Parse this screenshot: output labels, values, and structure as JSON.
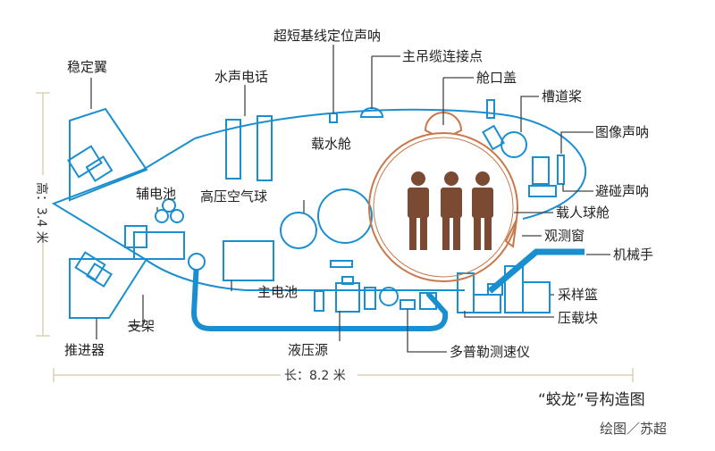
{
  "diagram": {
    "title": "“蛟龙”号构造图",
    "credit": "绘图／苏超",
    "dimensions": {
      "height": "高：3.4 米",
      "length": "长：8.2 米"
    },
    "labels": {
      "stabilizer_wing": "稳定翼",
      "hydrophone_telephone": "水声电话",
      "usbl": "超短基线定位声呐",
      "main_cable_point": "主吊缆连接点",
      "hatch_cover": "舱口盖",
      "channel_thruster": "槽道桨",
      "imaging_sonar": "图像声呐",
      "aux_battery": "辅电池",
      "water_tank": "载水舱",
      "hp_air_ball": "高压空气球",
      "collision_sonar": "避碰声呐",
      "manned_sphere": "载人球舱",
      "observation_window": "观测窗",
      "manipulator": "机械手",
      "main_battery": "主电池",
      "sampling_basket": "采样篮",
      "bracket": "支架",
      "ballast": "压载块",
      "hydraulic_source": "液压源",
      "thruster": "推进器",
      "doppler": "多普勒测速仪"
    },
    "colors": {
      "hull": "#1a8fd0",
      "sphere": "#c8784a",
      "figures": "#7a4a33",
      "line": "#444444",
      "manipulator": "#1a8fd0"
    }
  }
}
